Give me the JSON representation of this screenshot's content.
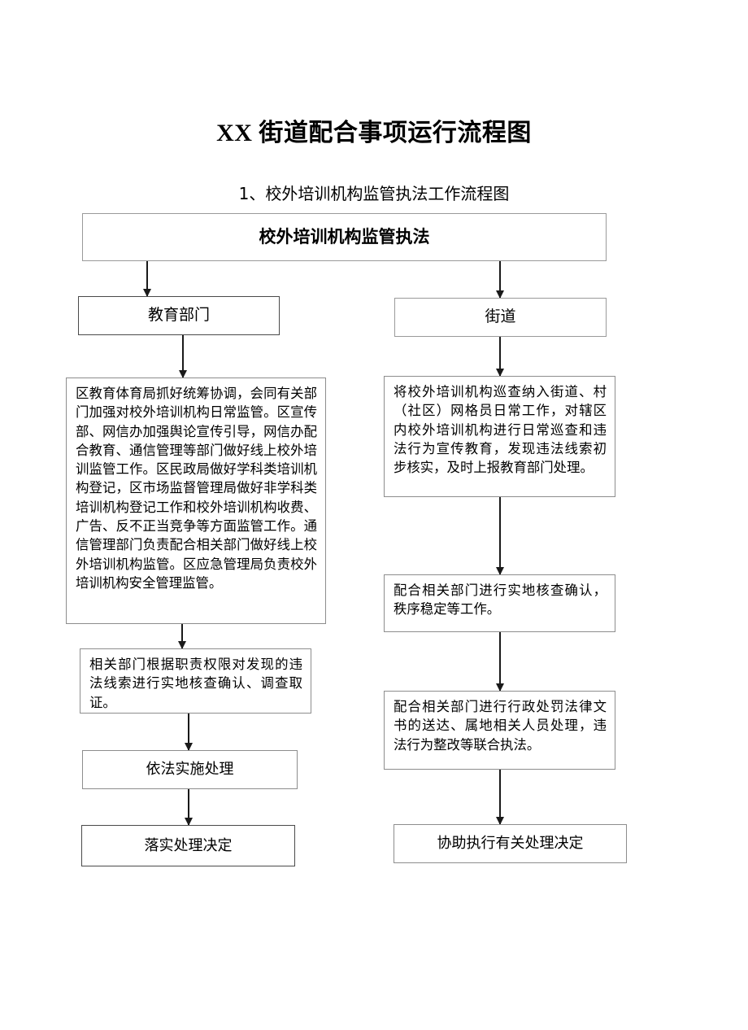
{
  "document": {
    "title": "XX 街道配合事项运行流程图",
    "section_title": "1、校外培训机构监管执法工作流程图"
  },
  "flowchart": {
    "root": {
      "label": "校外培训机构监管执法"
    },
    "branches": [
      {
        "id": "education",
        "header": "教育部门",
        "steps": [
          "区教育体育局抓好统筹协调，会同有关部门加强对校外培训机构日常监管。区宣传部、网信办加强舆论宣传引导，网信办配合教育、通信管理等部门做好线上校外培训监管工作。区民政局做好学科类培训机构登记，区市场监督管理局做好非学科类培训机构登记工作和校外培训机构收费、广告、反不正当竞争等方面监管工作。通信管理部门负责配合相关部门做好线上校外培训机构监管。区应急管理局负责校外培训机构安全管理监管。",
          "相关部门根据职责权限对发现的违法线索进行实地核查确认、调查取证。",
          "依法实施处理",
          "落实处理决定"
        ]
      },
      {
        "id": "street",
        "header": "街道",
        "steps": [
          "将校外培训机构巡查纳入街道、村（社区）网格员日常工作，对辖区内校外培训机构进行日常巡查和违法行为宣传教育，发现违法线索初步核实，及时上报教育部门处理。",
          "配合相关部门进行实地核查确认，秩序稳定等工作。",
          "配合相关部门进行行政处罚法律文书的送达、属地相关人员处理，违法行为整改等联合执法。",
          "协助执行有关处理决定"
        ]
      }
    ],
    "colors": {
      "page_background": "#ffffff",
      "box_border": "#8d8d8d",
      "box_border_dark": "#4a4a4a",
      "arrow": "#1a1a1a",
      "text": "#000000"
    }
  }
}
